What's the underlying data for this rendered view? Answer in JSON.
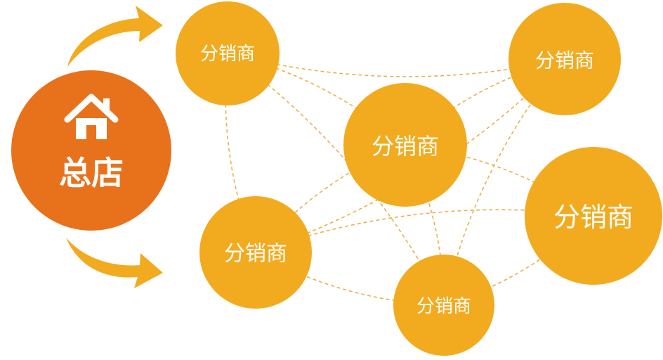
{
  "headquarters": {
    "label": "总店",
    "icon": "house-icon",
    "color": "#e8721c"
  },
  "distributors": [
    {
      "id": "d1",
      "label": "分销商"
    },
    {
      "id": "d2",
      "label": "分销商"
    },
    {
      "id": "d3",
      "label": "分销商"
    },
    {
      "id": "d4",
      "label": "分销商"
    },
    {
      "id": "d5",
      "label": "分销商"
    },
    {
      "id": "d6",
      "label": "分销商"
    }
  ],
  "connections": [
    [
      "d1",
      "d2"
    ],
    [
      "d1",
      "d3"
    ],
    [
      "d1",
      "d5"
    ],
    [
      "d1",
      "d6"
    ],
    [
      "d2",
      "d3"
    ],
    [
      "d2",
      "d5"
    ],
    [
      "d2",
      "d6"
    ],
    [
      "d3",
      "d4"
    ],
    [
      "d3",
      "d5"
    ],
    [
      "d3",
      "d6"
    ],
    [
      "d4",
      "d5"
    ],
    [
      "d4",
      "d6"
    ],
    [
      "d5",
      "d6"
    ]
  ],
  "colors": {
    "distributor": "#f2ab1f",
    "link": "#e9b04a",
    "arrow": "#f2ab1f"
  }
}
